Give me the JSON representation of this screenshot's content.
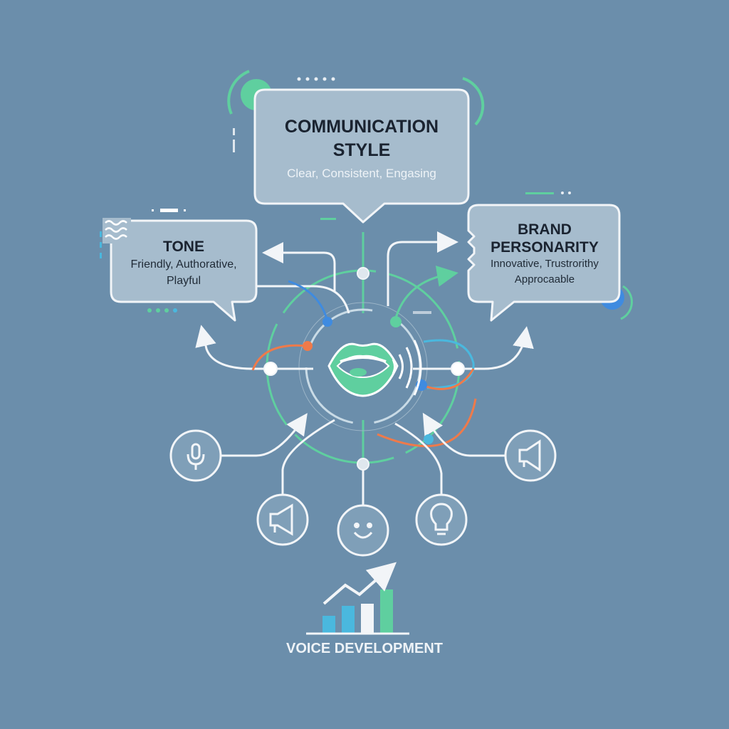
{
  "communication_style": {
    "title_line1": "COMMUNICATION",
    "title_line2": "STYLE",
    "subtitle": "Clear, Consistent, Engasing"
  },
  "tone": {
    "title": "TONE",
    "line1": "Friendly, Authorative,",
    "line2": "Playful"
  },
  "brand_personality": {
    "title_line1": "BRAND",
    "title_line2": "PERSONARITY",
    "line1": "Innovative, Trustrorithy",
    "line2": "Approcaable"
  },
  "footer": {
    "label": "VOICE DEVELOPMENT"
  },
  "icons": [
    "microphone-icon",
    "megaphone-icon",
    "smile-icon",
    "lightbulb-icon",
    "megaphone-icon",
    "lips-icon",
    "growth-chart-icon"
  ],
  "colors": {
    "background": "#6b8eab",
    "green": "#5fcf9f",
    "blue": "#3f8be0",
    "orange": "#ef7a4a",
    "cyan": "#4ab8de",
    "box": "#a6bccd"
  }
}
